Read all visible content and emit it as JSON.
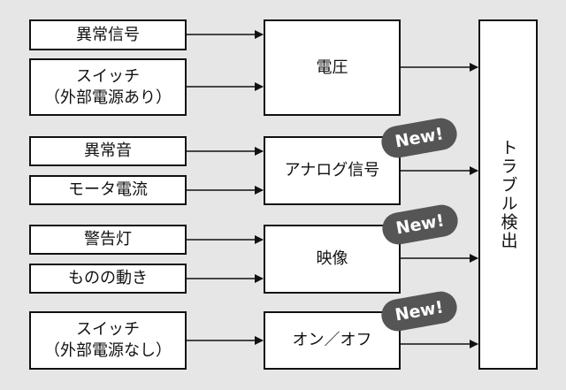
{
  "inputs": {
    "abnormal_signal": "異常信号",
    "switch_powered": [
      "スイッチ",
      "（外部電源あり）"
    ],
    "abnormal_sound": "異常音",
    "motor_current": "モータ電流",
    "warning_light": "警告灯",
    "object_motion": "ものの動き",
    "switch_unpowered": [
      "スイッチ",
      "（外部電源なし）"
    ]
  },
  "signals": {
    "voltage": "電圧",
    "analog_signal": "アナログ信号",
    "video": "映像",
    "on_off": "オン／オフ"
  },
  "badges": {
    "analog_signal": "New!",
    "video": "New!",
    "on_off": "New!"
  },
  "output": {
    "trouble_detection": "トラブル検出"
  },
  "colors": {
    "background": "#e6e6e6",
    "box_fill": "#ffffff",
    "box_border": "#111111",
    "badge_fill": "#555555",
    "badge_text": "#ffffff"
  }
}
